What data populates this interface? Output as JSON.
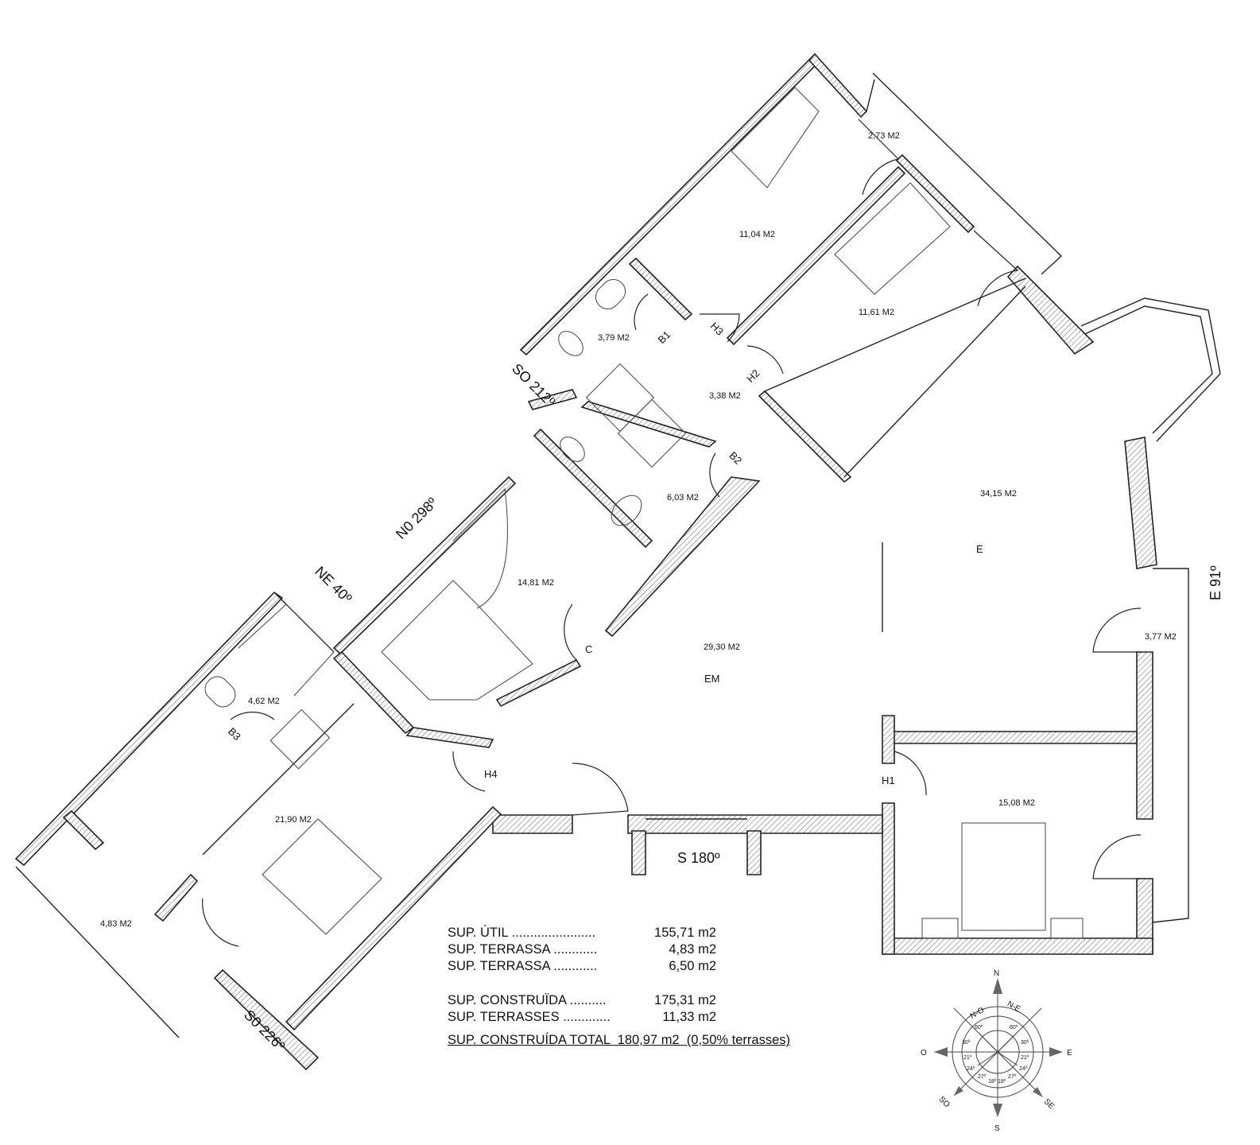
{
  "rooms": {
    "r1": "2,73 M2",
    "r2": "11,04 M2",
    "r3": "11,61 M2",
    "r4": "3,79 M2",
    "r5": "3,38 M2",
    "r6": "6,03 M2",
    "r7": "34,15 M2",
    "r8": "14,81 M2",
    "r9": "29,30 M2",
    "r10": "3,77 M2",
    "r11": "4,62 M2",
    "r12": "21,90 M2",
    "r13": "15,08 M2",
    "r14": "4,83 M2"
  },
  "labels": {
    "b1": "B1",
    "h3": "H3",
    "h2": "H2",
    "b2": "B2",
    "b3": "B3",
    "c": "C",
    "h4": "H4",
    "h1": "H1",
    "e": "E",
    "em": "EM"
  },
  "orientation": {
    "so212": "SO 212º",
    "no298": "N0 298º",
    "ne40": "NE 40º",
    "e91": "E 91º",
    "s180": "S 180º",
    "so226": "S0 226º"
  },
  "areas": {
    "util_label": "SUP. ÚTIL .......................",
    "util_value": "155,71 m2",
    "terr1_label": "SUP. TERRASSA ............",
    "terr1_value": "4,83 m2",
    "terr2_label": "SUP. TERRASSA ............",
    "terr2_value": "6,50 m2",
    "constr_label": "SUP. CONSTRUÏDA ..........",
    "constr_value": "175,31 m2",
    "terrs_label": "SUP. TERRASSES .............",
    "terrs_value": "11,33 m2",
    "total": "SUP. CONSTRUÍDA TOTAL  180,97 m2  (0,50% terrasses)"
  },
  "compass": {
    "n": "N",
    "ne": "N-E",
    "no": "N-O",
    "e": "E",
    "o": "O",
    "se": "SE",
    "so": "SO",
    "s": "S",
    "d60a": "60º",
    "d60b": "60º",
    "d30a": "30º",
    "d30b": "30º",
    "d21a": "21º",
    "d21b": "21º",
    "d24a": "24º",
    "d24b": "24º",
    "d27a": "27º",
    "d27b": "27º",
    "d18a": "18º",
    "d18b": "18º"
  }
}
